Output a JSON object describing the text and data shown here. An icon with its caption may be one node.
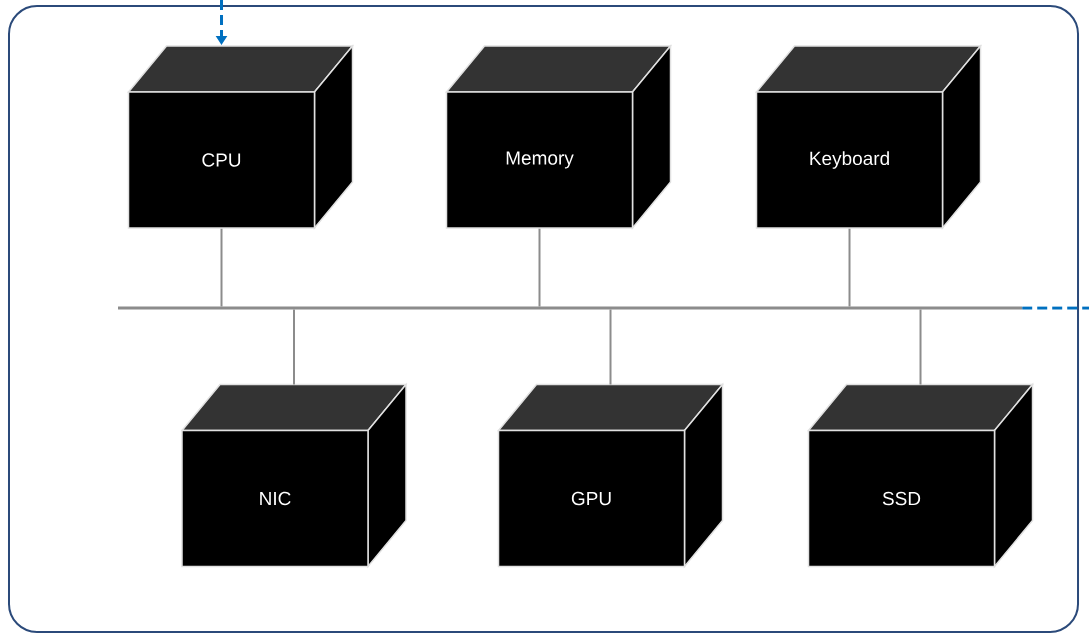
{
  "diagram": {
    "nodes": [
      {
        "text": [
          "CPU"
        ]
      },
      {
        "text": [
          "Memory"
        ]
      },
      {
        "text": [
          "Keyboard"
        ]
      },
      {
        "text": [
          "NIC"
        ]
      },
      {
        "text": [
          "GPU"
        ]
      },
      {
        "text": [
          "SSD"
        ]
      },
      {
        "text": [],
        "shape": "bar"
      }
    ],
    "edges": [
      {
        "from": null,
        "to": 0,
        "arrow": "to",
        "style": "dashed",
        "color": "#0070c0"
      },
      {
        "from": 0,
        "to": 6,
        "arrow": "none"
      },
      {
        "from": 1,
        "to": 6,
        "arrow": "none"
      },
      {
        "from": 2,
        "to": 6,
        "arrow": "none"
      },
      {
        "from": 6,
        "to": 3,
        "arrow": "none"
      },
      {
        "from": 6,
        "to": 4,
        "arrow": "none"
      },
      {
        "from": 6,
        "to": 5,
        "arrow": "none"
      },
      {
        "from": 6,
        "to": null,
        "arrow": "none",
        "style": "dashed",
        "color": "#0070c0"
      }
    ]
  }
}
